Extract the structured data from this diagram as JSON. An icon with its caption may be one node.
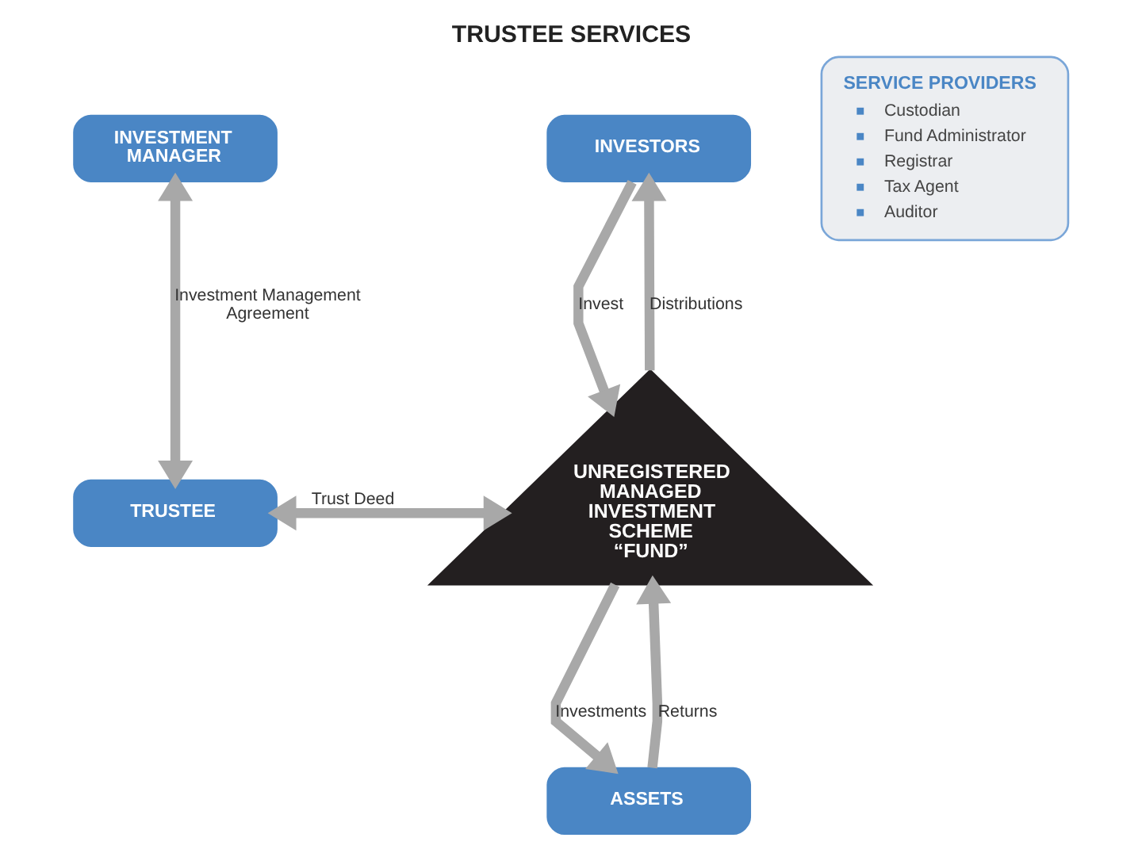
{
  "diagram": {
    "title": "TRUSTEE SERVICES",
    "nodes": [
      {
        "text": [
          "INVESTORS"
        ]
      },
      {
        "text": [
          "INVESTMENT MANAGER"
        ]
      },
      {
        "text": [
          "SERVICE PROVIDERS",
          "Custodian",
          "Fund Administrator",
          "Registrar",
          "Tax Agent",
          "Auditor"
        ]
      },
      {
        "text": [
          "TRUSTEE"
        ]
      },
      {
        "text": [
          "UNREGISTERED MANAGED INVESTMENT SCHEME “FUND”"
        ]
      },
      {
        "text": [
          "ASSETS"
        ]
      }
    ],
    "edges": [
      {
        "from": 0,
        "to": 4,
        "arrow": "to",
        "label": "Invest"
      },
      {
        "from": 4,
        "to": 0,
        "arrow": "to",
        "label": "Distributions"
      },
      {
        "from": 1,
        "to": 3,
        "arrow": "both",
        "label": "Investment Management Agreement"
      },
      {
        "from": 3,
        "to": 4,
        "arrow": "both",
        "label": "Trust Deed"
      },
      {
        "from": 4,
        "to": 5,
        "arrow": "to",
        "label": "Investments"
      },
      {
        "from": 5,
        "to": 4,
        "arrow": "to",
        "label": "Returns"
      }
    ]
  }
}
